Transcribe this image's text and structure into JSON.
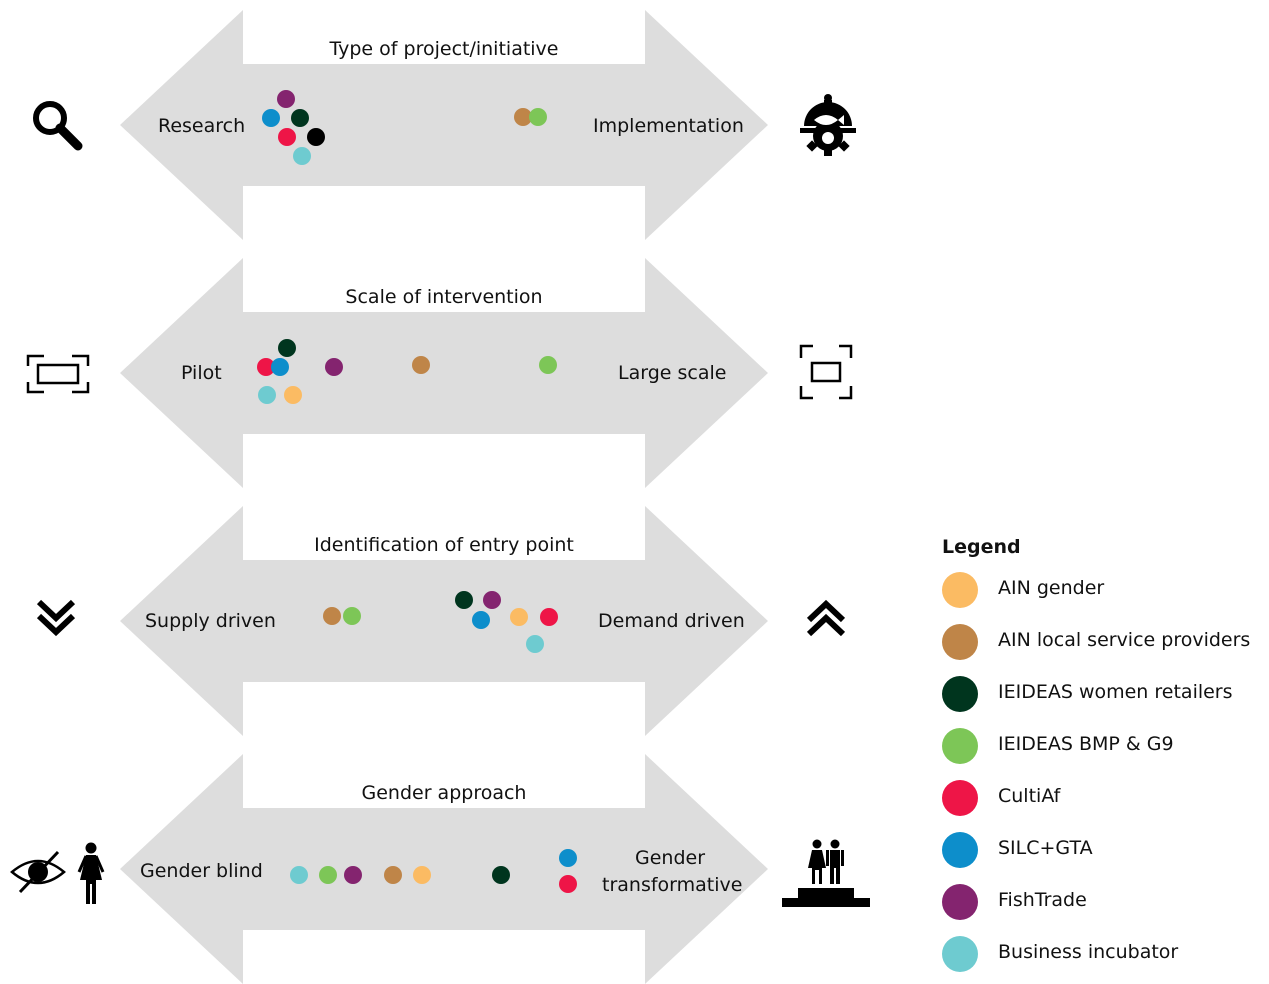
{
  "colors": {
    "arrow_fill": "#dddddd",
    "ain_gender": "#fbbb63",
    "ain_local": "#bf8548",
    "ieideas_women": "#00351e",
    "ieideas_bmp": "#7dc657",
    "cultiaf": "#ee1547",
    "silc_gta": "#0d8ecb",
    "fishtrade": "#84246f",
    "business_incubator": "#6ecbd0",
    "black": "#000000"
  },
  "panels": [
    {
      "title": "Type of project/initiative",
      "left_label": "Research",
      "right_label": "Implementation",
      "left_icon": "magnifier-icon",
      "right_icon": "fish-gear-icon"
    },
    {
      "title": "Scale of intervention",
      "left_label": "Pilot",
      "right_label": "Large scale",
      "left_icon": "wide-frame-icon",
      "right_icon": "focus-frame-icon"
    },
    {
      "title": "Identification of entry point",
      "left_label": "Supply driven",
      "right_label": "Demand driven",
      "left_icon": "double-chevron-down-icon",
      "right_icon": "double-chevron-up-icon"
    },
    {
      "title": "Gender approach",
      "left_label": "Gender blind",
      "right_label_line1": "Gender",
      "right_label_line2": "transformative",
      "left_icon": "hidden-eye-woman-icon",
      "right_icon": "couple-podium-icon"
    }
  ],
  "legend": {
    "title": "Legend",
    "items": [
      {
        "label": "AIN gender",
        "color": "#fbbb63"
      },
      {
        "label": "AIN local service providers",
        "color": "#bf8548"
      },
      {
        "label": "IEIDEAS women retailers",
        "color": "#00351e"
      },
      {
        "label": "IEIDEAS BMP & G9",
        "color": "#7dc657"
      },
      {
        "label": "CultiAf",
        "color": "#ee1547"
      },
      {
        "label": "SILC+GTA",
        "color": "#0d8ecb"
      },
      {
        "label": "FishTrade",
        "color": "#84246f"
      },
      {
        "label": "Business incubator",
        "color": "#6ecbd0"
      }
    ]
  }
}
